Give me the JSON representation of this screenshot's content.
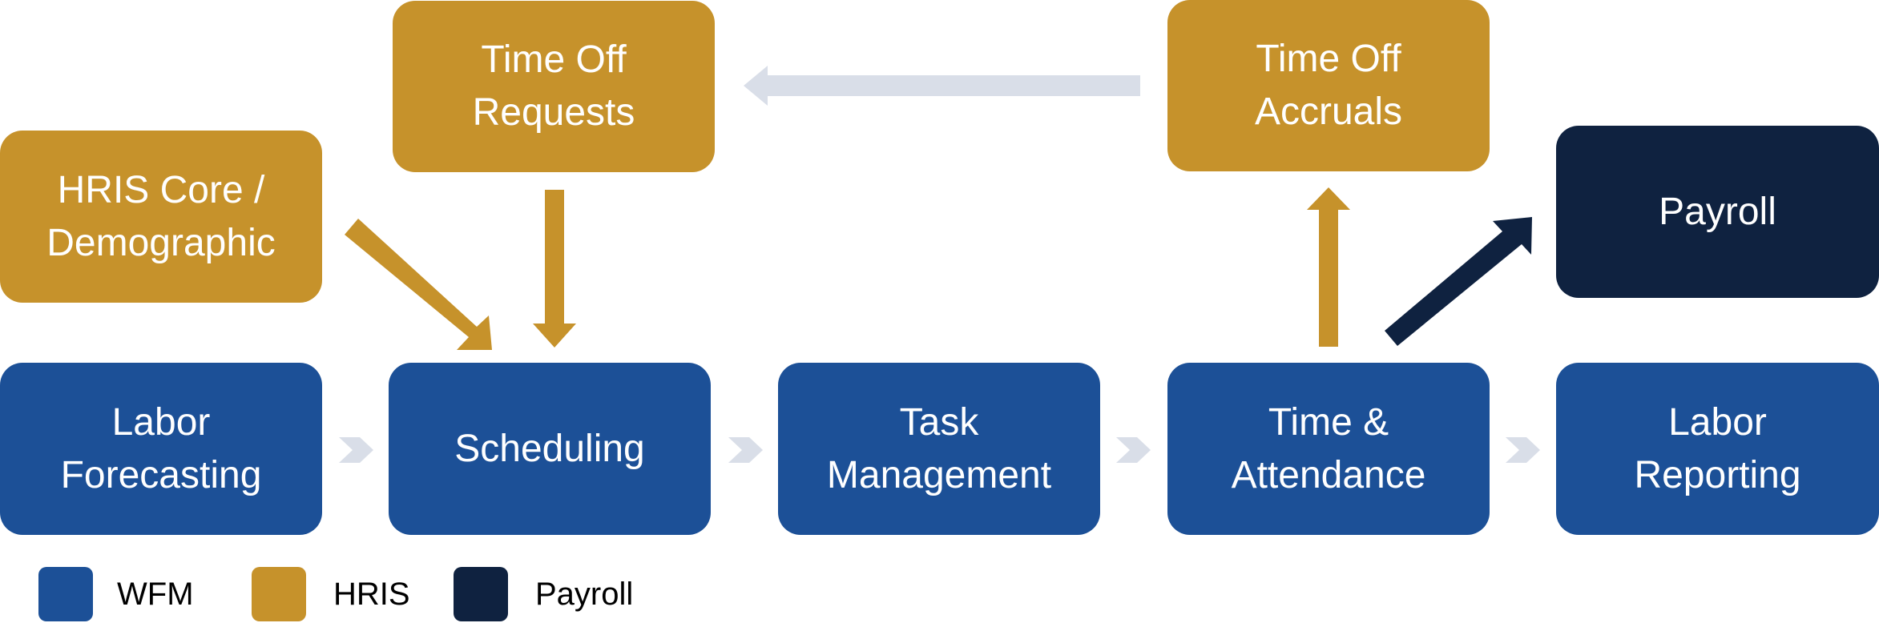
{
  "colors": {
    "wfm": "#1c5097",
    "hris": "#c6922b",
    "payroll": "#0f2240",
    "flow_arrow": "#d9dee8"
  },
  "boxes": {
    "time_off_requests": {
      "label": "Time Off\nRequests",
      "category": "hris"
    },
    "time_off_accruals": {
      "label": "Time Off\nAccruals",
      "category": "hris"
    },
    "hris_core": {
      "label": "HRIS Core /\nDemographic",
      "category": "hris"
    },
    "payroll": {
      "label": "Payroll",
      "category": "payroll"
    },
    "labor_forecasting": {
      "label": "Labor\nForecasting",
      "category": "wfm"
    },
    "scheduling": {
      "label": "Scheduling",
      "category": "wfm"
    },
    "task_management": {
      "label": "Task\nManagement",
      "category": "wfm"
    },
    "time_attendance": {
      "label": "Time &\nAttendance",
      "category": "wfm"
    },
    "labor_reporting": {
      "label": "Labor\nReporting",
      "category": "wfm"
    }
  },
  "legend": [
    {
      "label": "WFM",
      "category": "wfm"
    },
    {
      "label": "HRIS",
      "category": "hris"
    },
    {
      "label": "Payroll",
      "category": "payroll"
    }
  ]
}
